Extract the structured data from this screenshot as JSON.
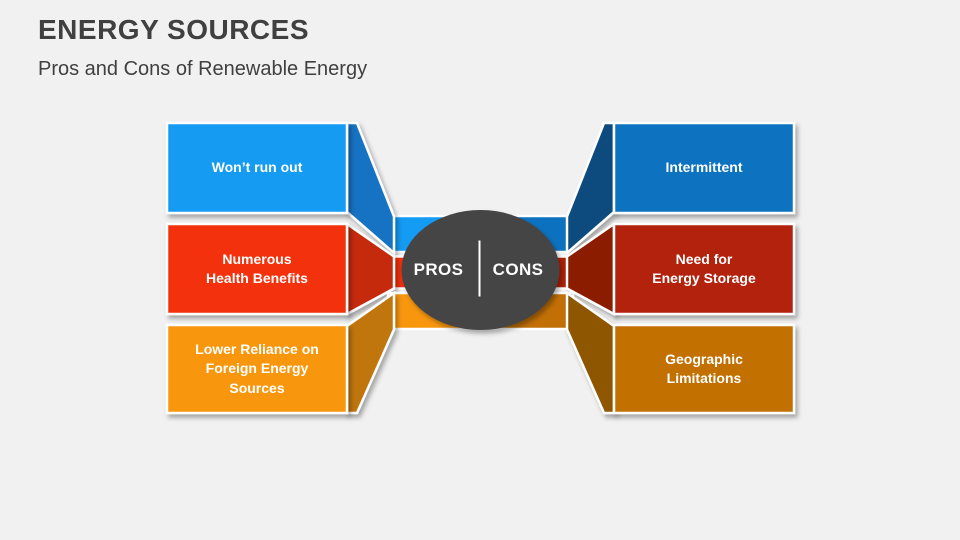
{
  "slide": {
    "title": "ENERGY SOURCES",
    "subtitle": "Pros and Cons of Renewable Energy",
    "background_color": "#F1F1F2",
    "title_color": "#404040"
  },
  "diagram": {
    "center": {
      "pros_label": "PROS",
      "cons_label": "CONS",
      "color": "#444444",
      "divider_color": "#FFFFFF",
      "text_color": "#FFFFFF"
    },
    "pros": [
      {
        "label": "Won’t run out",
        "face": "#149BF3",
        "fold": "#1272C2"
      },
      {
        "label": "Numerous\nHealth Benefits",
        "face": "#F3300B",
        "fold": "#C52B0D"
      },
      {
        "label": "Lower Reliance on\nForeign Energy\nSources",
        "face": "#F8970E",
        "fold": "#C1760B"
      }
    ],
    "cons": [
      {
        "label": "Intermittent",
        "face": "#0C72BF",
        "fold": "#0A4C7E"
      },
      {
        "label": "Need for\nEnergy Storage",
        "face": "#B22108",
        "fold": "#8B1D06"
      },
      {
        "label": "Geographic\nLimitations",
        "face": "#C27006",
        "fold": "#8F5706"
      }
    ]
  }
}
